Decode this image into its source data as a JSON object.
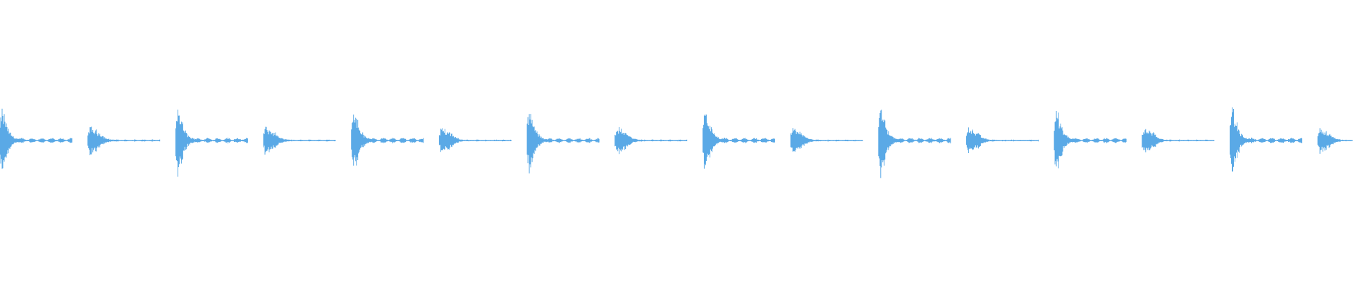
{
  "waveform": {
    "color": "#5aa9e6",
    "background": "#ffffff",
    "hits_per_image": 15.4,
    "hits": [
      {
        "type": "strong",
        "amplitude": 0.88
      },
      {
        "type": "weak",
        "amplitude": 0.4
      },
      {
        "type": "strong",
        "amplitude": 0.95
      },
      {
        "type": "weak",
        "amplitude": 0.38
      },
      {
        "type": "strong",
        "amplitude": 0.98
      },
      {
        "type": "weak",
        "amplitude": 0.36
      },
      {
        "type": "strong",
        "amplitude": 0.88
      },
      {
        "type": "weak",
        "amplitude": 0.38
      },
      {
        "type": "strong",
        "amplitude": 0.92
      },
      {
        "type": "weak",
        "amplitude": 0.36
      },
      {
        "type": "strong",
        "amplitude": 1.0
      },
      {
        "type": "weak",
        "amplitude": 0.36
      },
      {
        "type": "strong",
        "amplitude": 0.92
      },
      {
        "type": "weak",
        "amplitude": 0.36
      },
      {
        "type": "strong",
        "amplitude": 0.98
      },
      {
        "type": "weak",
        "amplitude": 0.35
      }
    ]
  }
}
